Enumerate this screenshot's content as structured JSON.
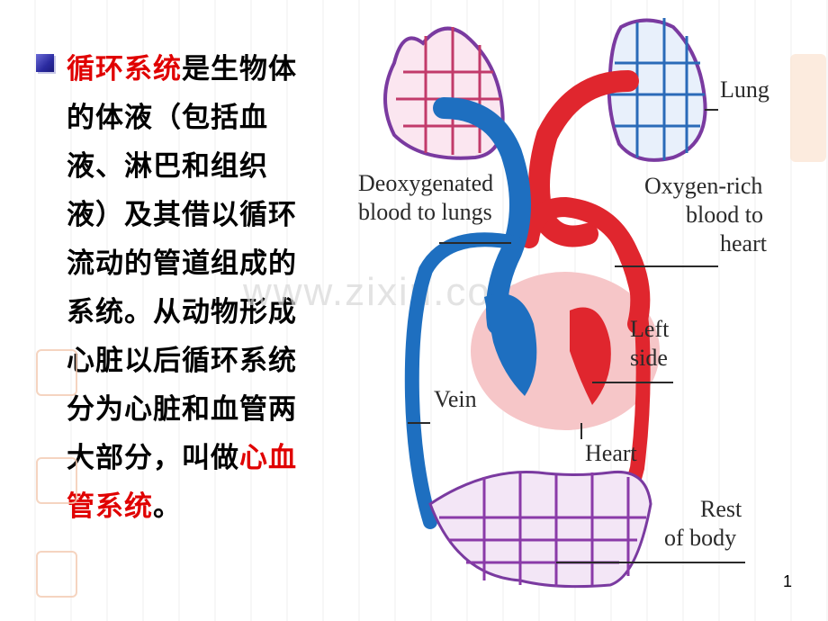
{
  "text": {
    "seg1_red": "循环系统",
    "seg2": "是生物体的体液（包括血液、淋巴和组织液）及其借以循环流动的管道组成的系统。从动物形成心脏以后循环系统分为心脏和血管两大部分，叫做",
    "seg3_red": "心血管系统",
    "seg4": "。"
  },
  "diagram": {
    "labels": {
      "lung": "Lung",
      "deoxy_1": "Deoxygenated",
      "deoxy_2": "blood to lungs",
      "oxy_1": "Oxygen-rich",
      "oxy_2": "blood to",
      "oxy_3": "heart",
      "left_1": "Left",
      "left_2": "side",
      "vein": "Vein",
      "heart": "Heart",
      "rest_1": "Rest",
      "rest_2": "of body"
    },
    "colors": {
      "artery": "#e0262e",
      "vein": "#1e6fc0",
      "capillary": "#7a3aa0",
      "heart_bg": "#f6c6c8"
    }
  },
  "watermark": "www.zixin.com",
  "page_number": "1"
}
